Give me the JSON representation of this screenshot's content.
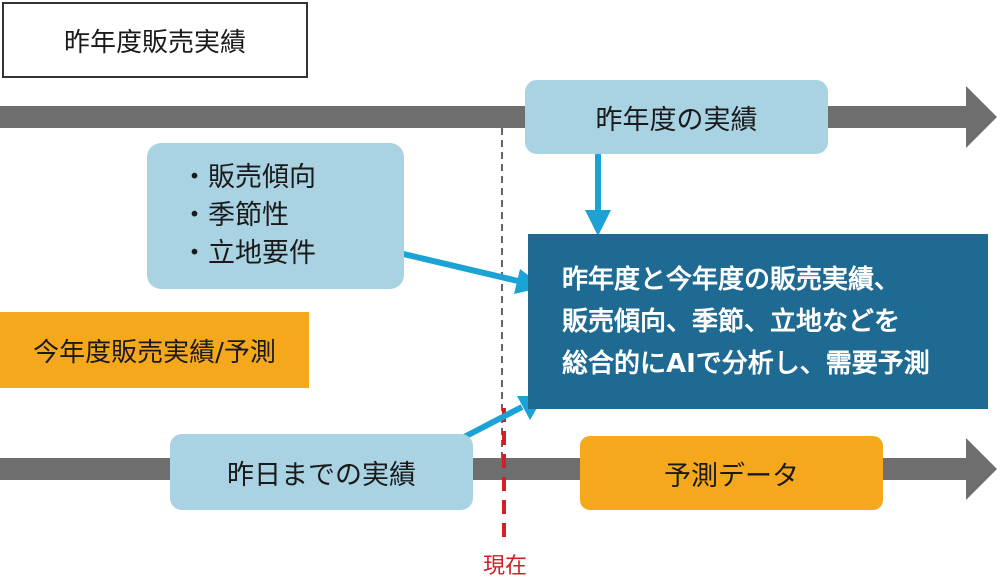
{
  "title": "昨年度販売実績",
  "last_year_results": "昨年度の実績",
  "factors": {
    "items": [
      "・販売傾向",
      "・季節性",
      "・立地要件"
    ]
  },
  "this_year_results": "今年度販売実績/予測",
  "analysis": {
    "lines": [
      "昨年度と今年度の販売実績、",
      "販売傾向、季節、立地などを",
      "総合的にAIで分析し、需要予測"
    ]
  },
  "until_yesterday": "昨日までの実績",
  "forecast_data": "予測データ",
  "now_label": "現在",
  "colors": {
    "timeline": "#6f6e6e",
    "light_blue": "#a9d3e3",
    "dark_blue": "#1e6a92",
    "orange": "#f5a81c",
    "arrow_blue": "#1aa3d4",
    "now_red": "#d21f26",
    "past_dash": "#666666"
  }
}
